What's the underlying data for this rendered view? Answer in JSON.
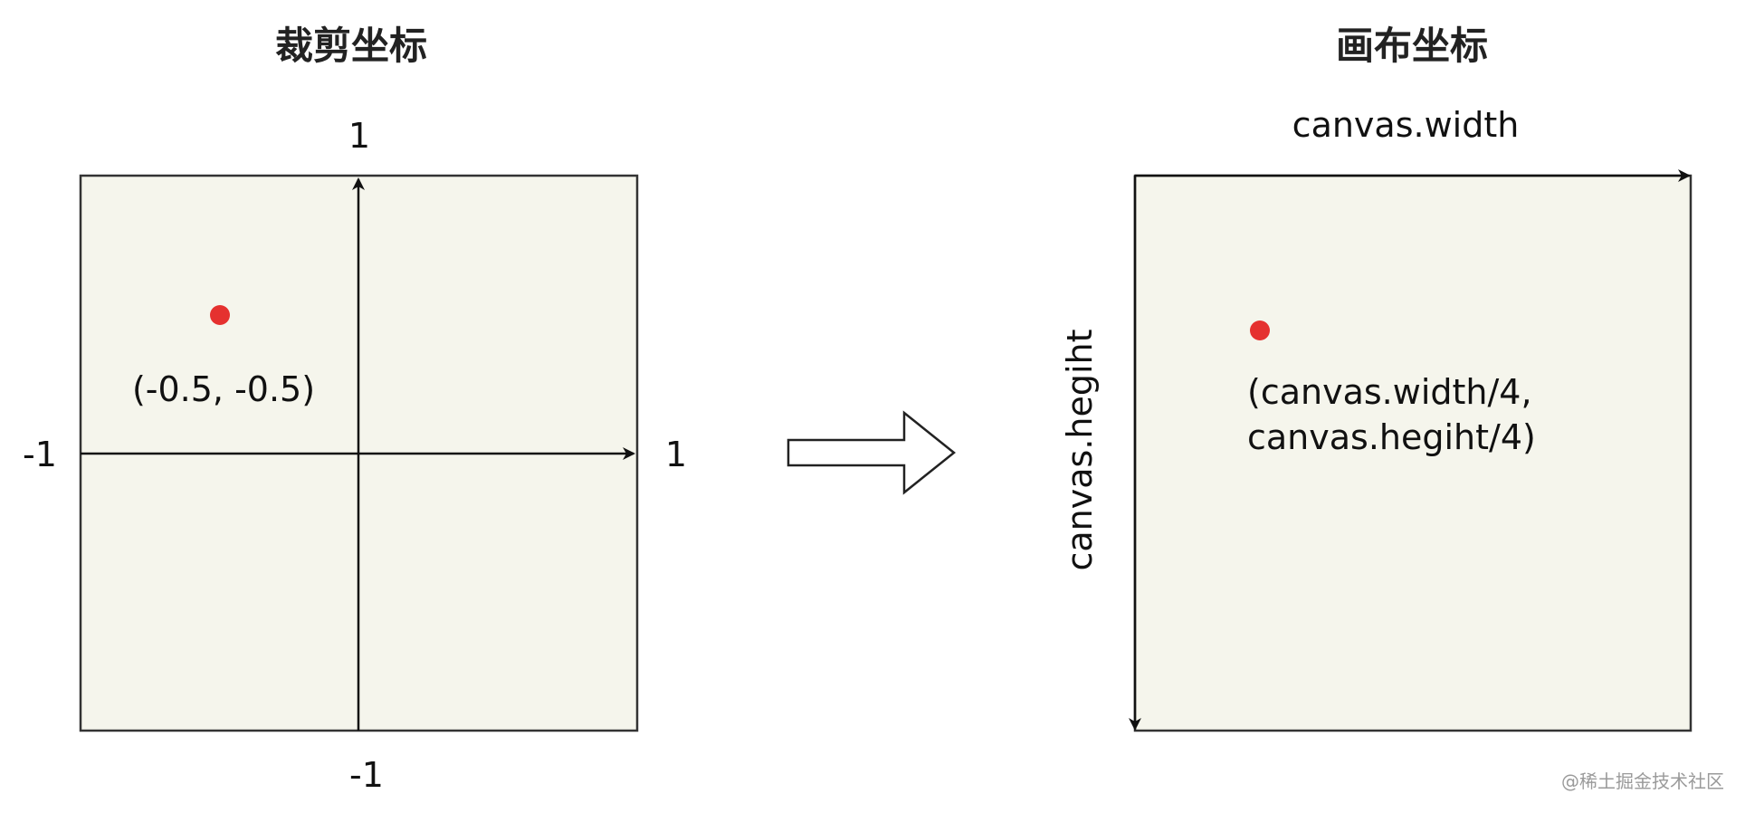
{
  "left_panel": {
    "title": "裁剪坐标",
    "y_top": "1",
    "y_bottom": "-1",
    "x_left": "-1",
    "x_right": "1",
    "point_label": "(-0.5, -0.5)"
  },
  "right_panel": {
    "title": "画布坐标",
    "x_axis_label": "canvas.width",
    "y_axis_label": "canvas.hegiht",
    "point_label_line1": "(canvas.width/4,",
    "point_label_line2": "canvas.hegiht/4)"
  },
  "watermark": "@稀土掘金技术社区",
  "colors": {
    "panel_fill": "#f5f5ec",
    "point": "#e5312f",
    "axis": "#111111"
  },
  "icons": {
    "transform_arrow": "right-hollow-arrow-icon"
  }
}
